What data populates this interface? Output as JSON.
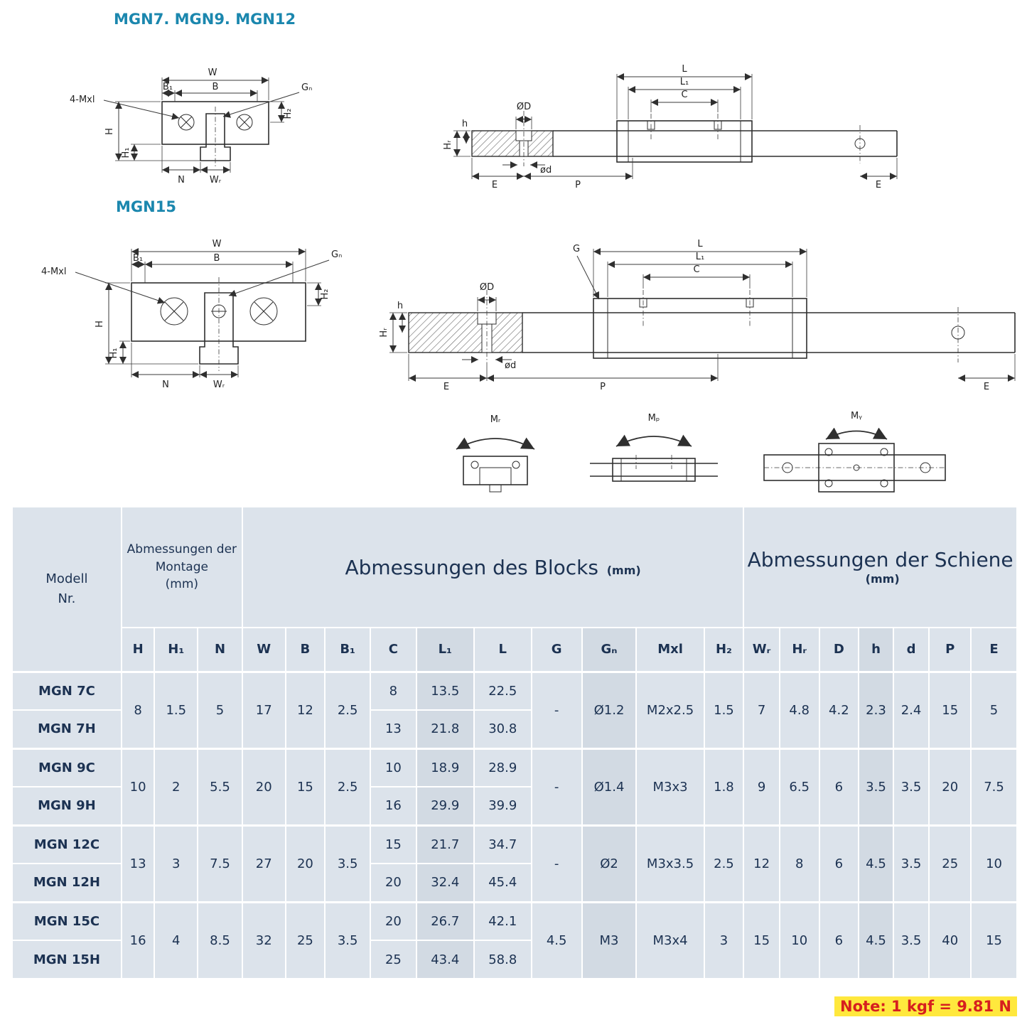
{
  "titles": {
    "small_models": "MGN7. MGN9. MGN12",
    "large_model": "MGN15"
  },
  "diagram_labels": {
    "W": "W",
    "B": "B",
    "B1": "B₁",
    "Gn": "Gₙ",
    "four_mxl": "4-Mxl",
    "H": "H",
    "H1": "H₁",
    "H2": "H₂",
    "N": "N",
    "WR": "Wᵣ",
    "L": "L",
    "L1": "L₁",
    "C": "C",
    "OD": "ØD",
    "od": "ød",
    "E": "E",
    "P": "P",
    "h": "h",
    "HR": "Hᵣ",
    "G": "G",
    "MR": "Mᵣ",
    "MP": "Mₚ",
    "MY": "Mᵧ"
  },
  "table": {
    "corner_label": "Modell\nNr.",
    "groups": [
      {
        "label": "Abmessungen der Montage",
        "unit": "(mm)",
        "span": 3
      },
      {
        "label": "Abmessungen des Blocks",
        "unit": "(mm)",
        "span": 10
      },
      {
        "label": "Abmessungen der Schiene",
        "unit": "(mm)",
        "span": 7
      }
    ],
    "columns": [
      "H",
      "H₁",
      "N",
      "W",
      "B",
      "B₁",
      "C",
      "L₁",
      "L",
      "G",
      "Gₙ",
      "Mxl",
      "H₂",
      "Wᵣ",
      "Hᵣ",
      "D",
      "h",
      "d",
      "P",
      "E"
    ],
    "row_pairs": [
      {
        "models": [
          "MGN 7C",
          "MGN 7H"
        ],
        "shared": {
          "H": "8",
          "H1": "1.5",
          "N": "5",
          "W": "17",
          "B": "12",
          "B1": "2.5",
          "G": "-",
          "Gn": "Ø1.2",
          "Mxl": "M2x2.5",
          "H2": "1.5",
          "WR": "7",
          "HR": "4.8",
          "D": "4.2",
          "h": "2.3",
          "d": "2.4",
          "P": "15",
          "E": "5"
        },
        "per_row": [
          {
            "C": "8",
            "L1": "13.5",
            "L": "22.5"
          },
          {
            "C": "13",
            "L1": "21.8",
            "L": "30.8"
          }
        ]
      },
      {
        "models": [
          "MGN 9C",
          "MGN 9H"
        ],
        "shared": {
          "H": "10",
          "H1": "2",
          "N": "5.5",
          "W": "20",
          "B": "15",
          "B1": "2.5",
          "G": "-",
          "Gn": "Ø1.4",
          "Mxl": "M3x3",
          "H2": "1.8",
          "WR": "9",
          "HR": "6.5",
          "D": "6",
          "h": "3.5",
          "d": "3.5",
          "P": "20",
          "E": "7.5"
        },
        "per_row": [
          {
            "C": "10",
            "L1": "18.9",
            "L": "28.9"
          },
          {
            "C": "16",
            "L1": "29.9",
            "L": "39.9"
          }
        ]
      },
      {
        "models": [
          "MGN 12C",
          "MGN 12H"
        ],
        "shared": {
          "H": "13",
          "H1": "3",
          "N": "7.5",
          "W": "27",
          "B": "20",
          "B1": "3.5",
          "G": "-",
          "Gn": "Ø2",
          "Mxl": "M3x3.5",
          "H2": "2.5",
          "WR": "12",
          "HR": "8",
          "D": "6",
          "h": "4.5",
          "d": "3.5",
          "P": "25",
          "E": "10"
        },
        "per_row": [
          {
            "C": "15",
            "L1": "21.7",
            "L": "34.7"
          },
          {
            "C": "20",
            "L1": "32.4",
            "L": "45.4"
          }
        ]
      },
      {
        "models": [
          "MGN 15C",
          "MGN 15H"
        ],
        "shared": {
          "H": "16",
          "H1": "4",
          "N": "8.5",
          "W": "32",
          "B": "25",
          "B1": "3.5",
          "G": "4.5",
          "Gn": "M3",
          "Mxl": "M3x4",
          "H2": "3",
          "WR": "15",
          "HR": "10",
          "D": "6",
          "h": "4.5",
          "d": "3.5",
          "P": "40",
          "E": "15"
        },
        "per_row": [
          {
            "C": "20",
            "L1": "26.7",
            "L": "42.1"
          },
          {
            "C": "25",
            "L1": "43.4",
            "L": "58.8"
          }
        ]
      }
    ]
  },
  "note": {
    "text": "Note: 1 kgf = 9.81 N"
  },
  "colors": {
    "accent_teal": "#1b87ae",
    "table_bg": "#dce3eb",
    "table_text": "#1c3252",
    "note_red": "#d61f1f",
    "note_highlight": "#ffe83d"
  }
}
